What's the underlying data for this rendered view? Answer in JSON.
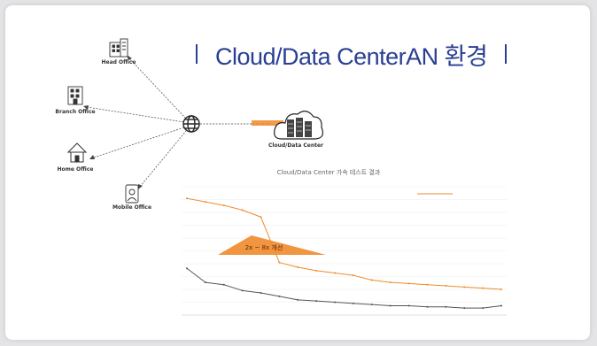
{
  "title": {
    "text": "Cloud/Data CenterAN 환경"
  },
  "diagram": {
    "nodes": {
      "head_office": "Head Office",
      "branch_office": "Branch Office",
      "home_office": "Home Office",
      "mobile_office": "Mobile Office",
      "cloud": "Cloud/Data Center"
    },
    "colors": {
      "title": "#2a3f92",
      "accent": "#f08a2c"
    }
  },
  "chart_data": {
    "type": "line",
    "title": "Cloud/Data Center 가속 테스트 결과",
    "callout": "2x ~ 8x 개선",
    "x": [
      "",
      "",
      "",
      "",
      "",
      "",
      "",
      "",
      "",
      "",
      "",
      "",
      "",
      "",
      "",
      "",
      "",
      ""
    ],
    "series": [
      {
        "name": "",
        "values": [
          100,
          97,
          94,
          90,
          84,
          45,
          41,
          38,
          36,
          34,
          30,
          28,
          27,
          26,
          25,
          24,
          23,
          22
        ]
      },
      {
        "name": "",
        "values": [
          40,
          28,
          26,
          21,
          19,
          16,
          13,
          12,
          11,
          10,
          9,
          8,
          8,
          7,
          7,
          6,
          6,
          8
        ]
      }
    ],
    "ylim": [
      0,
      110
    ],
    "grid": true,
    "legend": "top-right",
    "colors": [
      "#f08a2c",
      "#555555"
    ]
  }
}
